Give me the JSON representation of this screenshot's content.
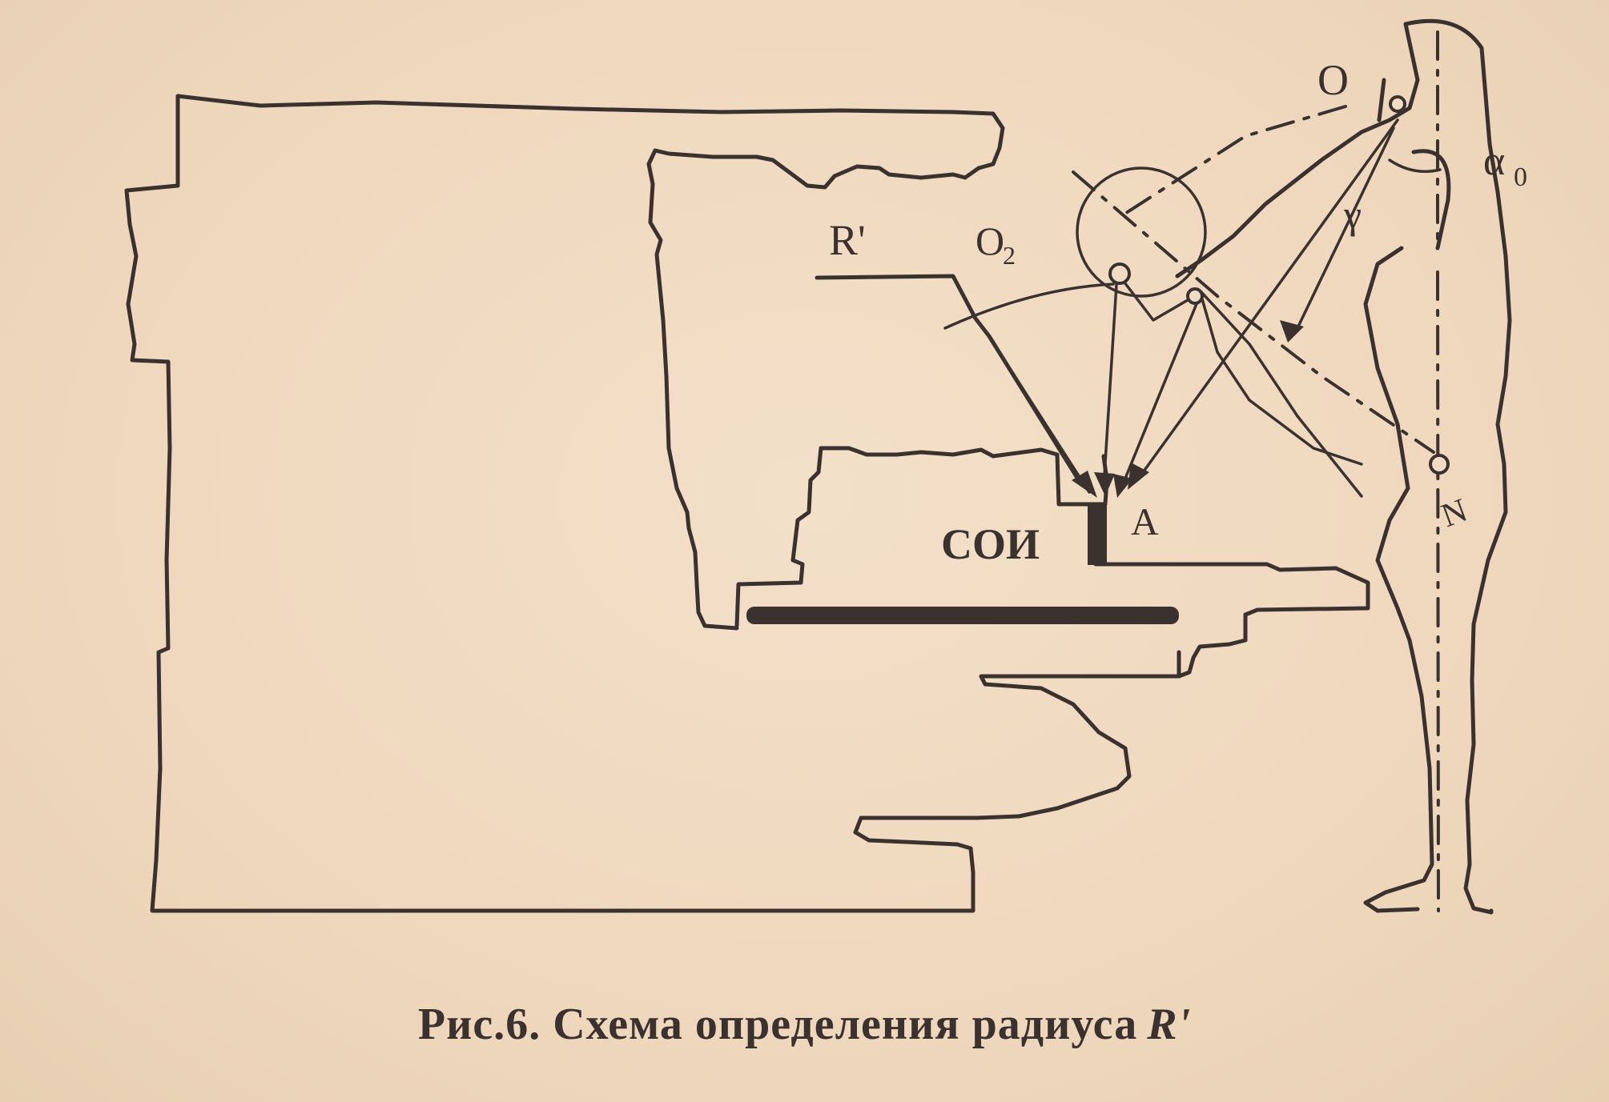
{
  "figure": {
    "caption": "Рис.6. Схема определения радиуса",
    "caption_symbol": "R'",
    "labels": {
      "O": "O",
      "O2": "O",
      "O2_sub": "2",
      "alpha0": "α",
      "alpha0_sub": "0",
      "gamma": "γ",
      "R_prime": "R'",
      "A": "A",
      "SOI": "СОИ",
      "N": "N"
    }
  }
}
